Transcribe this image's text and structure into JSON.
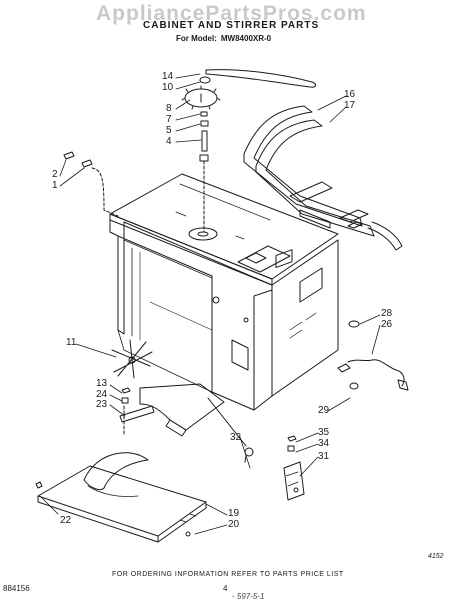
{
  "watermark": "AppliancePartsPros.com",
  "title": "CABINET AND STIRRER PARTS",
  "model_prefix": "For Model:",
  "model": "MW8400XR-0",
  "callouts": [
    {
      "id": "c14",
      "label": "14"
    },
    {
      "id": "c10",
      "label": "10"
    },
    {
      "id": "c8",
      "label": "8"
    },
    {
      "id": "c7",
      "label": "7"
    },
    {
      "id": "c5",
      "label": "5"
    },
    {
      "id": "c4",
      "label": "4"
    },
    {
      "id": "c16",
      "label": "16"
    },
    {
      "id": "c17",
      "label": "17"
    },
    {
      "id": "c2",
      "label": "2"
    },
    {
      "id": "c1",
      "label": "1"
    },
    {
      "id": "c11",
      "label": "11"
    },
    {
      "id": "c28",
      "label": "28"
    },
    {
      "id": "c26",
      "label": "26"
    },
    {
      "id": "c13",
      "label": "13"
    },
    {
      "id": "c24",
      "label": "24"
    },
    {
      "id": "c23",
      "label": "23"
    },
    {
      "id": "c29",
      "label": "29"
    },
    {
      "id": "c32",
      "label": "32"
    },
    {
      "id": "c35",
      "label": "35"
    },
    {
      "id": "c34",
      "label": "34"
    },
    {
      "id": "c31",
      "label": "31"
    },
    {
      "id": "c22",
      "label": "22"
    },
    {
      "id": "c19",
      "label": "19"
    },
    {
      "id": "c20",
      "label": "20"
    }
  ],
  "figure_number": "4152",
  "footer_note": "FOR ORDERING INFORMATION REFER TO PARTS PRICE LIST",
  "document_number": "884156",
  "page_number": "4",
  "handwritten_note": "- 597-5-1",
  "colors": {
    "ink": "#1a1a1a",
    "watermark": "#c9c9c9",
    "background": "#ffffff"
  }
}
